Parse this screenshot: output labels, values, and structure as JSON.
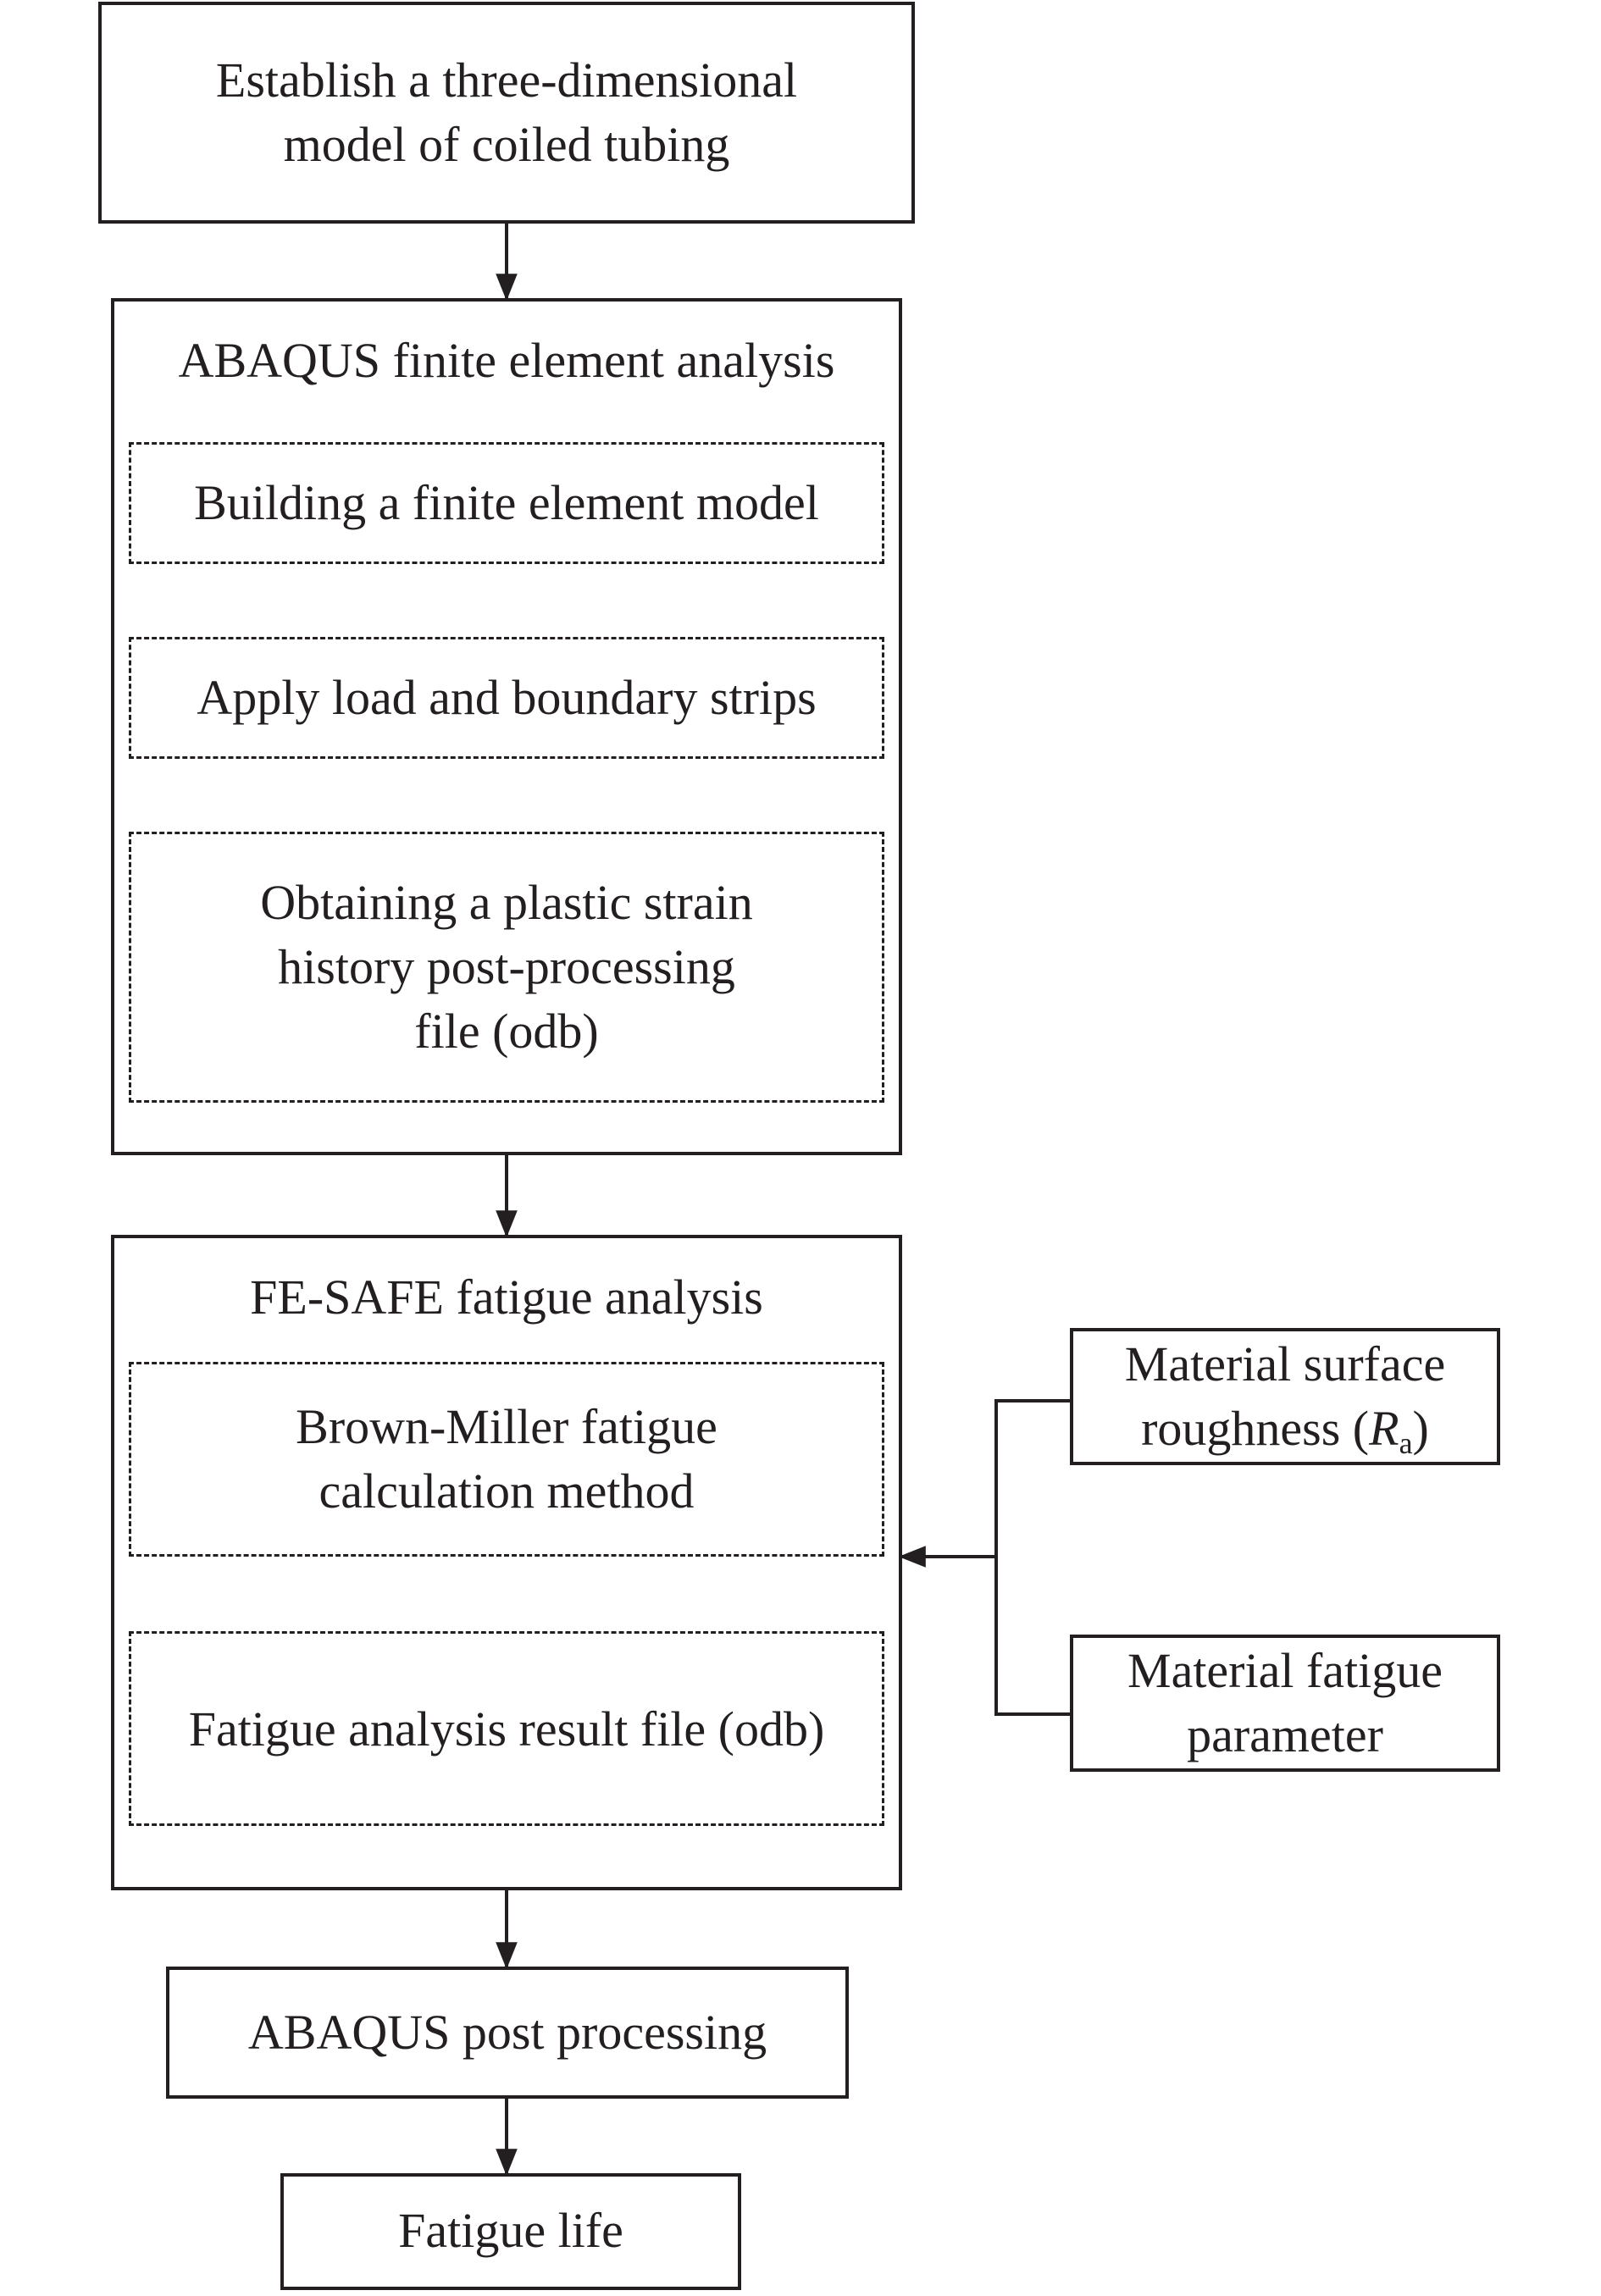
{
  "steps": {
    "establish_model": [
      "Establish a three-dimensional",
      "model of coiled tubing"
    ],
    "abaqus_fea": {
      "title": "ABAQUS finite element analysis",
      "build_model": "Building a finite element model",
      "apply_load": "Apply load and boundary strips",
      "plastic_strain": [
        "Obtaining a plastic strain",
        "history post-processing",
        "file (odb)"
      ]
    },
    "fesafe": {
      "title": "FE-SAFE fatigue analysis",
      "brown_miller": [
        "Brown-Miller fatigue",
        "calculation method"
      ],
      "result_file": "Fatigue analysis result file (odb)"
    },
    "post_processing": "ABAQUS post processing",
    "fatigue_life": "Fatigue life"
  },
  "inputs": {
    "roughness": {
      "line1": "Material surface",
      "line2_pre": "roughness (",
      "symbol": "R",
      "subscript": "a",
      "line2_post": ")"
    },
    "fatigue_param": [
      "Material fatigue",
      "parameter"
    ]
  },
  "colors": {
    "stroke": "#231f20",
    "background": "#ffffff"
  }
}
